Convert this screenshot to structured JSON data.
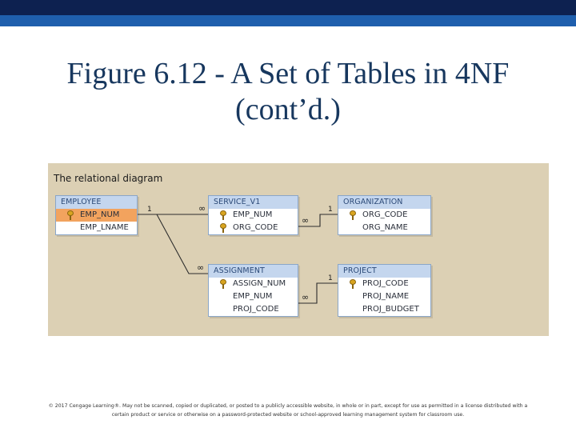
{
  "title": {
    "line1": "Figure 6.12 - A Set of Tables in 4NF",
    "line2": "(cont’d.)"
  },
  "figure": {
    "caption": "The relational diagram",
    "tables": {
      "employee": {
        "name": "EMPLOYEE",
        "fields": [
          {
            "label": "EMP_NUM",
            "key": true,
            "selected": true
          },
          {
            "label": "EMP_LNAME",
            "key": false,
            "selected": false
          }
        ]
      },
      "service_v1": {
        "name": "SERVICE_V1",
        "fields": [
          {
            "label": "EMP_NUM",
            "key": true
          },
          {
            "label": "ORG_CODE",
            "key": true
          }
        ]
      },
      "organization": {
        "name": "ORGANIZATION",
        "fields": [
          {
            "label": "ORG_CODE",
            "key": true
          },
          {
            "label": "ORG_NAME",
            "key": false
          }
        ]
      },
      "assignment": {
        "name": "ASSIGNMENT",
        "fields": [
          {
            "label": "ASSIGN_NUM",
            "key": true
          },
          {
            "label": "EMP_NUM",
            "key": false
          },
          {
            "label": "PROJ_CODE",
            "key": false
          }
        ]
      },
      "project": {
        "name": "PROJECT",
        "fields": [
          {
            "label": "PROJ_CODE",
            "key": true
          },
          {
            "label": "PROJ_NAME",
            "key": false
          },
          {
            "label": "PROJ_BUDGET",
            "key": false
          }
        ]
      }
    },
    "cardinality": {
      "one": "1",
      "many": "∞"
    }
  },
  "copyright": {
    "line1": "© 2017 Cengage Learning®. May not be scanned, copied or duplicated, or posted to a publicly accessible website, in whole or in part, except for use as permitted in a license distributed with a",
    "line2": "certain product or service or otherwise on a password-protected website or school-approved learning management system for classroom use."
  }
}
